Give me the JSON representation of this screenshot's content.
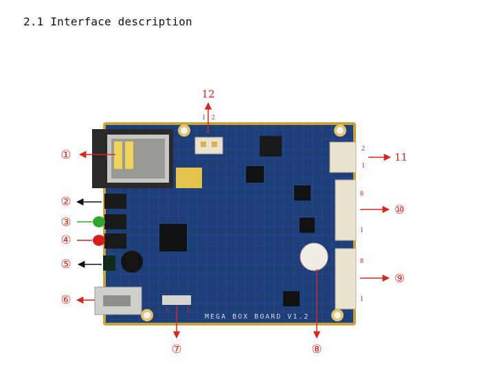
{
  "heading": "2.1 Interface description",
  "board": {
    "silkscreen": "MEGA BOX BOARD V1.2"
  },
  "callouts": [
    {
      "id": "c1",
      "text": "①"
    },
    {
      "id": "c2",
      "text": "②"
    },
    {
      "id": "c3",
      "text": "③"
    },
    {
      "id": "c4",
      "text": "④"
    },
    {
      "id": "c5",
      "text": "⑤"
    },
    {
      "id": "c6",
      "text": "⑥"
    },
    {
      "id": "c7",
      "text": "⑦"
    },
    {
      "id": "c8",
      "text": "⑧"
    },
    {
      "id": "c9",
      "text": "⑨"
    },
    {
      "id": "c10",
      "text": "⑩"
    },
    {
      "id": "c11",
      "text": "11"
    },
    {
      "id": "c12",
      "text": "12"
    }
  ],
  "pin_labels": {
    "top_1": "1",
    "top_2": "2",
    "right11_2": "2",
    "right11_1": "1",
    "right10_8": "8",
    "right10_1": "1",
    "right9_8": "8",
    "right9_1": "1",
    "bottom7_1": "1",
    "bottom7_2": "2"
  },
  "colors": {
    "pcb": "#1f3f7a",
    "pcb_edge": "#c8a23c",
    "arrow": "#d8261c",
    "led_green": "#2ea82b",
    "led_red": "#d61e1e"
  }
}
